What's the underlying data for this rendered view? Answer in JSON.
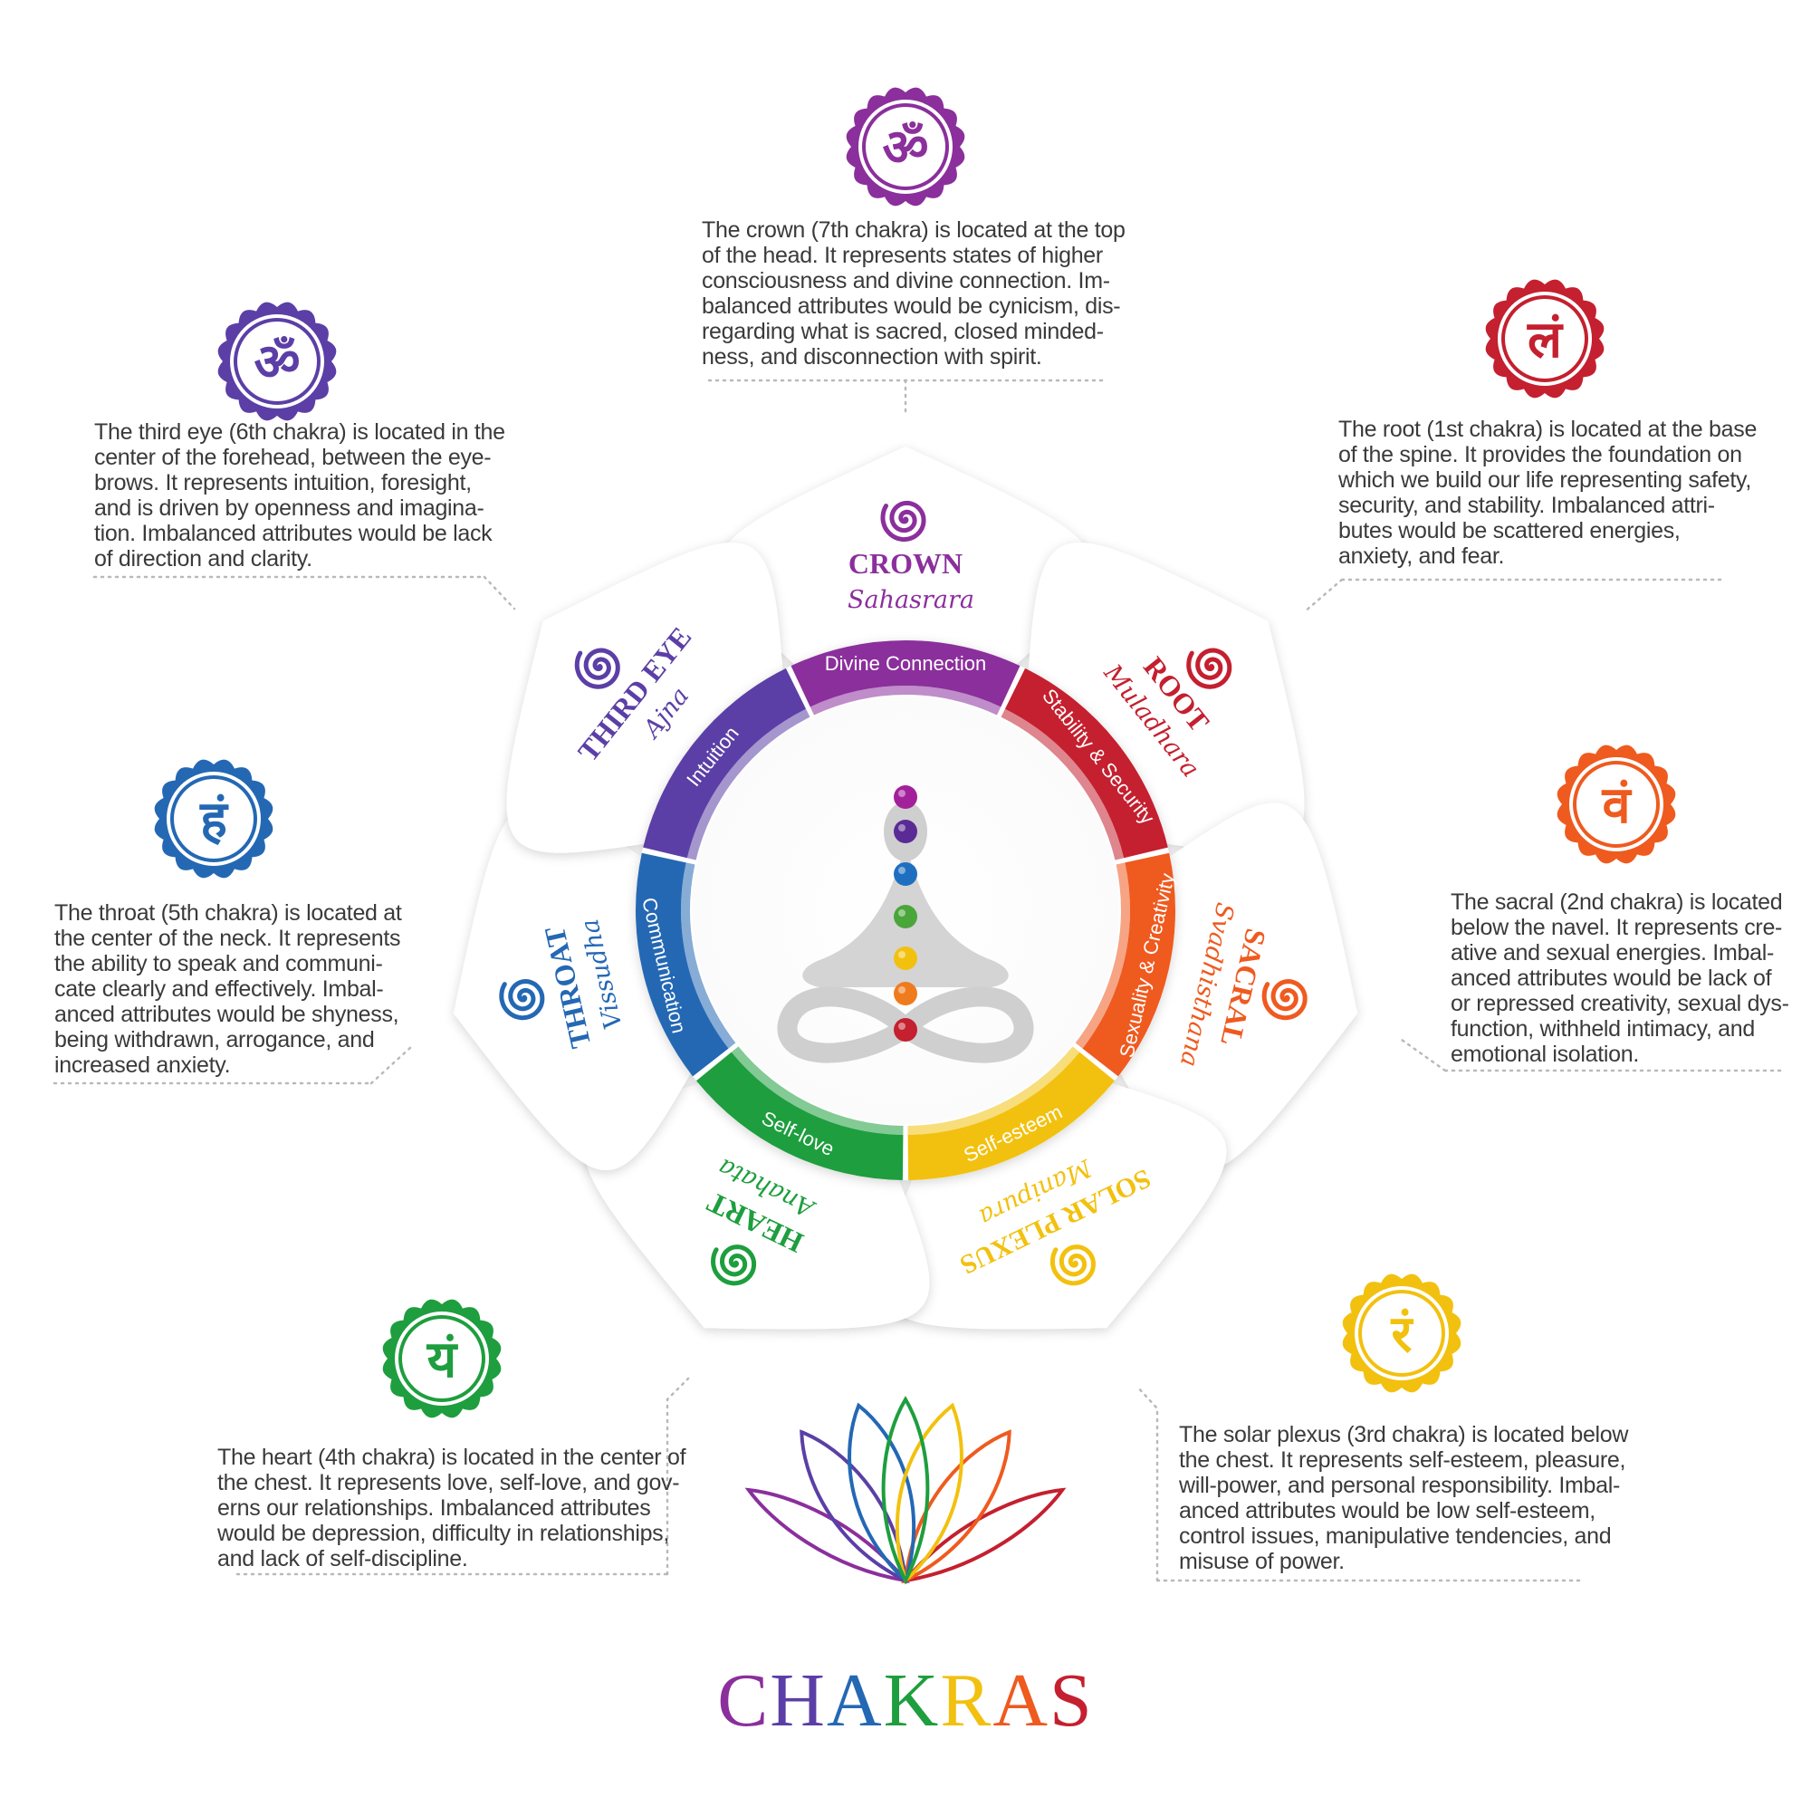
{
  "title": {
    "letters": [
      "C",
      "H",
      "A",
      "K",
      "R",
      "A",
      "S"
    ]
  },
  "chakras": [
    {
      "id": "crown",
      "name": "CROWN",
      "sanskrit": "Sahasrara",
      "quality": "Divine Connection",
      "symbol": "ॐ",
      "color": "#8b2f9c",
      "description": [
        "The crown (7th chakra) is located at the top",
        "of the head.  It represents states of higher",
        "consciousness and divine connection.  Im-",
        "balanced attributes would be cynicism, dis-",
        "regarding what is sacred, closed minded-",
        "ness, and disconnection with spirit."
      ]
    },
    {
      "id": "root",
      "name": "ROOT",
      "sanskrit": "Muladhara",
      "quality": "Stability & Security",
      "symbol": "लं",
      "color": "#c4202f",
      "description": [
        "The root (1st chakra) is located at the base",
        "of the spine. It provides the foundation on",
        "which we build our life representing safety,",
        "security, and stability. Imbalanced attri-",
        "butes would be scattered energies,",
        "anxiety, and fear."
      ]
    },
    {
      "id": "sacral",
      "name": "SACRAL",
      "sanskrit": "Svadhisthana",
      "quality": "Sexuality & Creativity",
      "symbol": "वं",
      "color": "#ef5a1f",
      "description": [
        "The sacral (2nd chakra) is located",
        "below the navel. It represents cre-",
        "ative and sexual energies. Imbal-",
        "anced attributes would be lack of",
        "or repressed creativity, sexual dys-",
        "function, withheld intimacy, and",
        "emotional isolation."
      ]
    },
    {
      "id": "solar",
      "name": "SOLAR PLEXUS",
      "sanskrit": "Manipura",
      "quality": "Self-esteem",
      "symbol": "रं",
      "color": "#f2c10f",
      "description": [
        "The solar plexus (3rd chakra) is located below",
        "the chest. It represents self-esteem, pleasure,",
        "will-power, and personal responsibility. Imbal-",
        "anced attributes would be low self-esteem,",
        "control issues, manipulative tendencies, and",
        "misuse of power."
      ]
    },
    {
      "id": "heart",
      "name": "HEART",
      "sanskrit": "Anahata",
      "quality": "Self-love",
      "symbol": "यं",
      "color": "#1e9e3e",
      "description": [
        "The heart (4th chakra) is located in the center of",
        "the chest. It represents love, self-love, and gov-",
        "erns our relationships. Imbalanced attributes",
        "would be depression, difficulty in relationships,",
        "and lack of self-discipline."
      ]
    },
    {
      "id": "throat",
      "name": "THROAT",
      "sanskrit": "Vissudha",
      "quality": "Communication",
      "symbol": "हं",
      "color": "#2468b4",
      "description": [
        "The throat (5th chakra) is located at",
        "the center of the neck. It represents",
        "the ability to speak and communi-",
        "cate clearly and effectively. Imbal-",
        "anced attributes would be shyness,",
        "being withdrawn, arrogance, and",
        "increased anxiety."
      ]
    },
    {
      "id": "third-eye",
      "name": "THIRD EYE",
      "sanskrit": "Ajna",
      "quality": "Intuition",
      "symbol": "ॐ",
      "color": "#5b3fa6",
      "description": [
        "The third eye (6th chakra) is located in the",
        "center of the forehead, between the eye-",
        "brows. It represents intuition, foresight,",
        "and is driven by openness and imagina-",
        "tion. Imbalanced attributes would be lack",
        "of direction and clarity."
      ]
    }
  ],
  "colors": {
    "crown": "#8b2f9c",
    "root": "#c4202f",
    "sacral": "#ef5a1f",
    "solar": "#f2c10f",
    "heart": "#1e9e3e",
    "throat": "#2468b4",
    "third_eye": "#5b3fa6",
    "text": "#3a3a3a"
  }
}
